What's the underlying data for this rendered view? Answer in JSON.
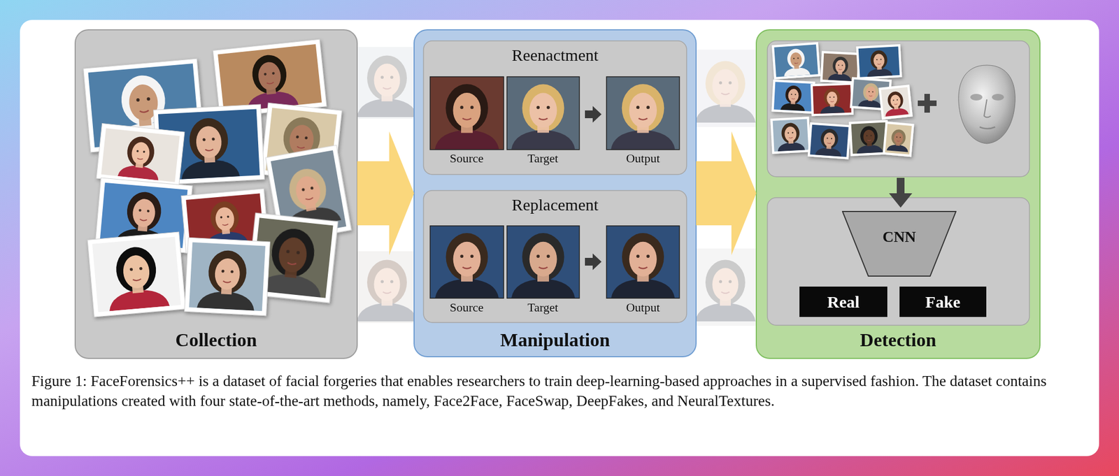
{
  "diagram": {
    "caption": "Figure 1: FaceForensics++ is a dataset of facial forgeries that enables researchers to train deep-learning-based approaches in a supervised fashion. The dataset contains manipulations created with four state-of-the-art methods, namely, Face2Face, FaceSwap, DeepFakes, and NeuralTextures.",
    "nodes": [
      {
        "text": [
          "Collection"
        ]
      },
      {
        "text": [
          "Manipulation"
        ]
      },
      {
        "text": [
          "Reenactment"
        ],
        "in": 1
      },
      {
        "text": [
          "Replacement"
        ],
        "in": 1
      },
      {
        "text": [
          "Detection"
        ]
      },
      {
        "text": [
          "CNN"
        ],
        "in": 4
      },
      {
        "text": [
          "Real"
        ],
        "in": 4
      },
      {
        "text": [
          "Fake"
        ],
        "in": 4
      }
    ],
    "edges": [
      {
        "from": 0,
        "to": 1,
        "arrow": "to"
      },
      {
        "from": 1,
        "to": 4,
        "arrow": "to"
      }
    ],
    "labels": [
      "Source",
      "Target",
      "Output",
      "Source",
      "Target",
      "Output"
    ]
  }
}
